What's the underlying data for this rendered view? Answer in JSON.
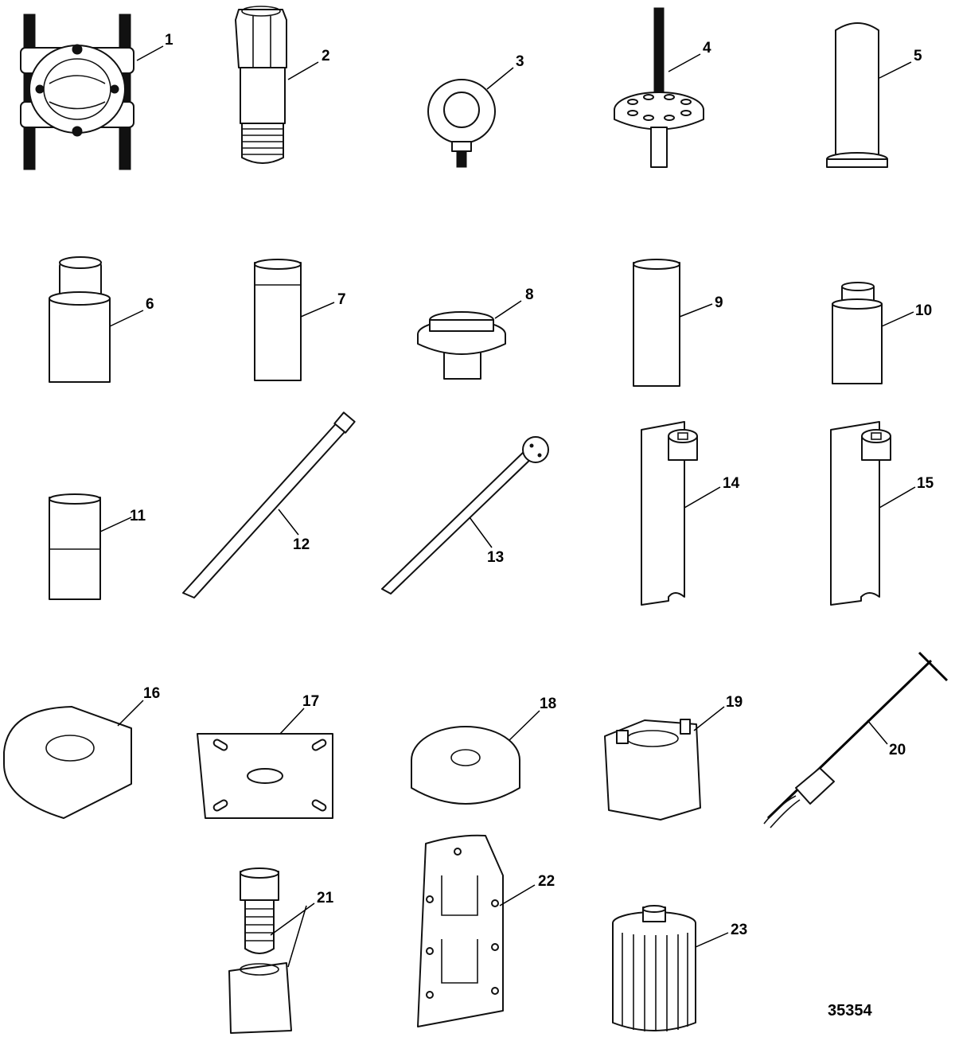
{
  "callouts": {
    "c1": "1",
    "c2": "2",
    "c3": "3",
    "c4": "4",
    "c5": "5",
    "c6": "6",
    "c7": "7",
    "c8": "8",
    "c9": "9",
    "c10": "10",
    "c11": "11",
    "c12": "12",
    "c13": "13",
    "c14": "14",
    "c15": "15",
    "c16": "16",
    "c17": "17",
    "c18": "18",
    "c19": "19",
    "c20": "20",
    "c21": "21",
    "c22": "22",
    "c23": "23"
  },
  "figure_number": "35354"
}
